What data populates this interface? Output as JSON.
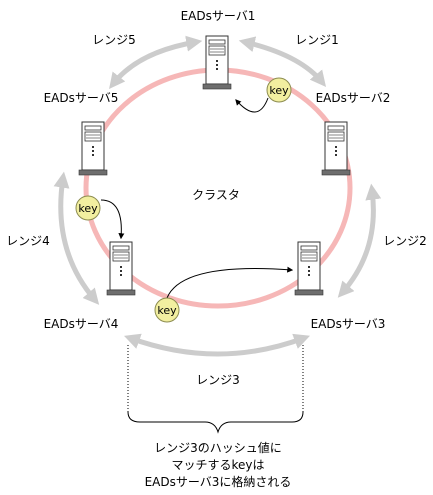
{
  "diagram": {
    "cluster_label": "クラスタ",
    "servers": [
      {
        "id": "s1",
        "label": "EADsサーバ1"
      },
      {
        "id": "s2",
        "label": "EADsサーバ2"
      },
      {
        "id": "s3",
        "label": "EADsサーバ3"
      },
      {
        "id": "s4",
        "label": "EADsサーバ4"
      },
      {
        "id": "s5",
        "label": "EADsサーバ5"
      }
    ],
    "ranges": [
      {
        "id": "r1",
        "label": "レンジ1"
      },
      {
        "id": "r2",
        "label": "レンジ2"
      },
      {
        "id": "r3",
        "label": "レンジ3"
      },
      {
        "id": "r4",
        "label": "レンジ4"
      },
      {
        "id": "r5",
        "label": "レンジ5"
      }
    ],
    "key_label": "key",
    "caption_lines": [
      "レンジ3のハッシュ値に",
      "マッチするkeyは",
      "EADsサーバ3に格納される"
    ],
    "colors": {
      "ring": "#f6b7b7",
      "range_arrow": "#cccccc",
      "key_fill": "#f2efa0",
      "key_stroke": "#8c8c50",
      "server_body": "#ffffff",
      "server_stroke": "#333333",
      "server_base": "#6e6e6e"
    }
  }
}
